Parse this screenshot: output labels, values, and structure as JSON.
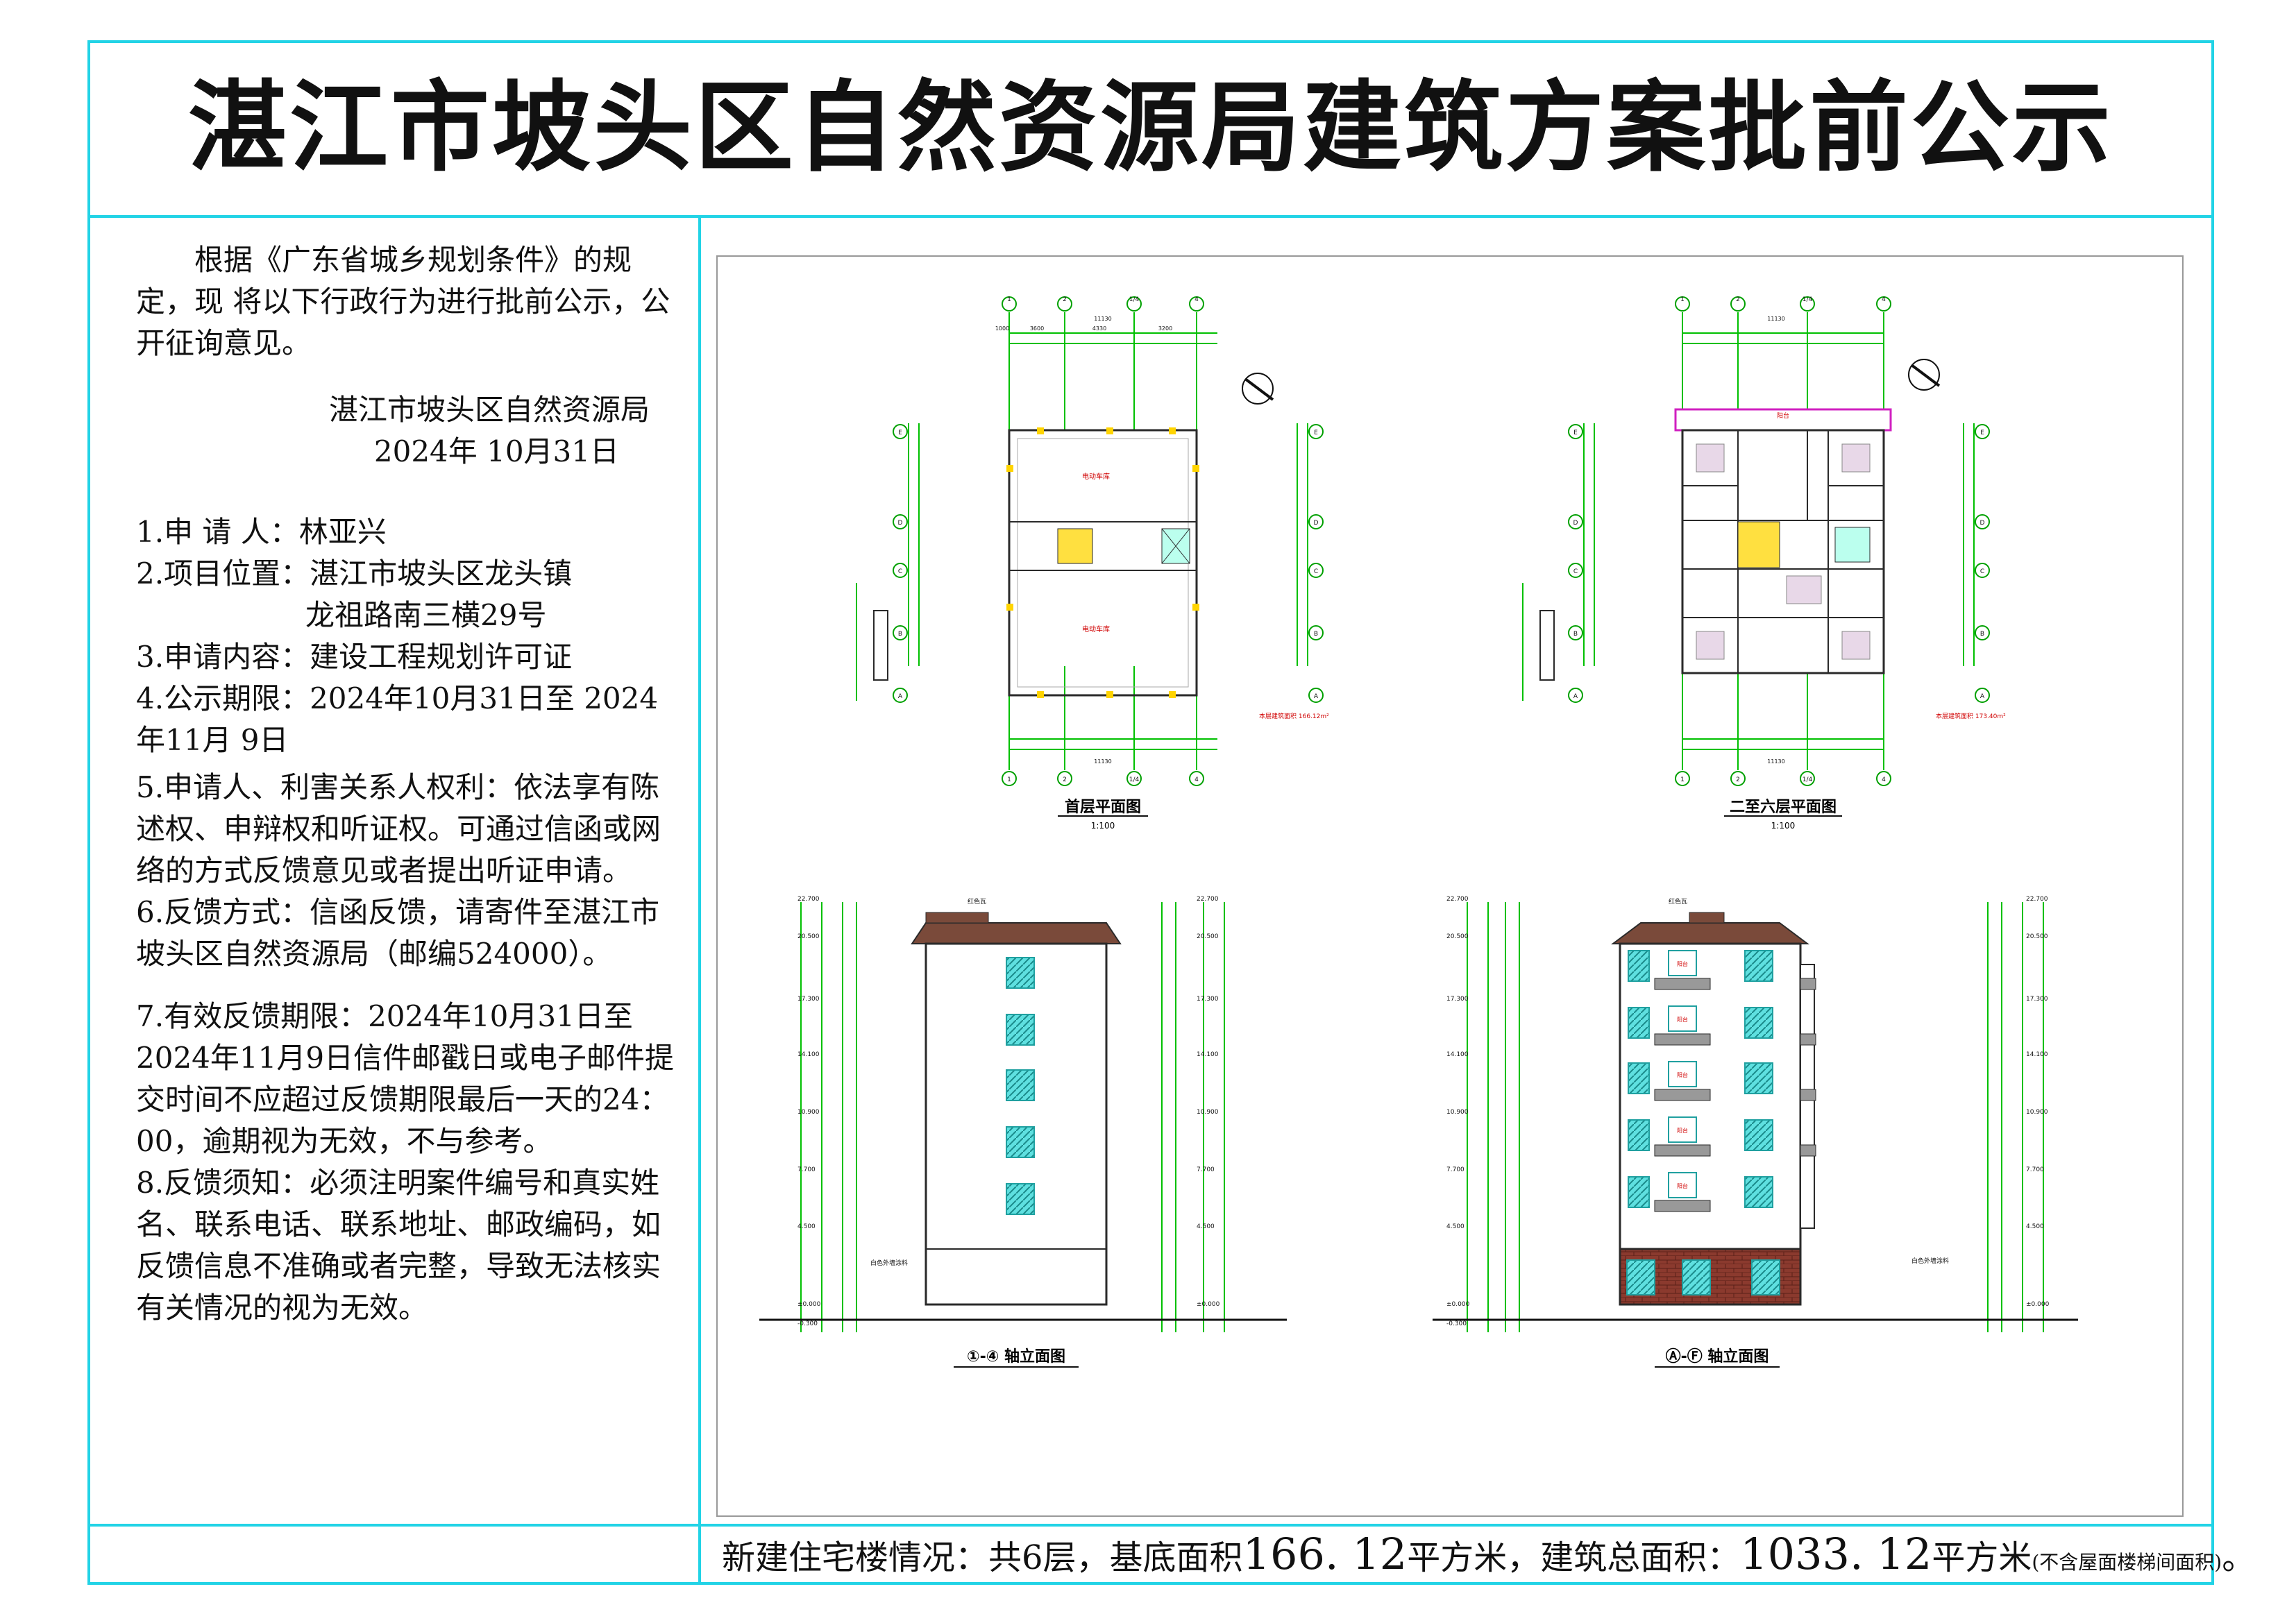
{
  "title": "湛江市坡头区自然资源局建筑方案批前公示",
  "notice": {
    "intro": "根据《广东省城乡规划条件》的规定，现 将以下行政行为进行批前公示，公开征询意见。",
    "issuer": "湛江市坡头区自然资源局",
    "date": "2024年 10月31日",
    "items": [
      "1.申 请 人：林亚兴",
      "2.项目位置：湛江市坡头区龙头镇",
      "龙祖路南三横29号",
      "3.申请内容：建设工程规划许可证",
      "4.公示期限：2024年10月31日至 2024年11月 9日",
      "5.申请人、利害关系人权利：依法享有陈述权、申辩权和听证权。可通过信函或网络的方式反馈意见或者提出听证申请。",
      "6.反馈方式：信函反馈，请寄件至湛江市坡头区自然资源局（邮编524000）。",
      "7.有效反馈期限：2024年10月31日至2024年11月9日信件邮戳日或电子邮件提交时间不应超过反馈期限最后一天的24：00，逾期视为无效，不与参考。",
      "8.反馈须知：必须注明案件编号和真实姓名、联系电话、联系地址、邮政编码，如反馈信息不准确或者完整，导致无法核实有关情况的视为无效。"
    ]
  },
  "drawings": {
    "plan1": {
      "title": "首层平面图",
      "scale": "1:100",
      "area": "本层建筑面积 166.12m²"
    },
    "plan2": {
      "title": "二至六层平面图",
      "scale": "1:100",
      "area": "本层建筑面积 173.40m²"
    },
    "elev1": {
      "title": "①-④ 轴立面图"
    },
    "elev2": {
      "title": "Ⓐ-Ⓕ 轴立面图"
    },
    "elev_levels": [
      "22.700",
      "20.500",
      "17.300",
      "14.100",
      "10.900",
      "7.700",
      "4.500",
      "±0.000",
      "-0.300"
    ],
    "axis_numbers": [
      "1",
      "2",
      "1/4",
      "4"
    ],
    "axis_letters": [
      "E",
      "D",
      "C",
      "B",
      "A"
    ],
    "dims_top": [
      "1000",
      "3600",
      "4330",
      "3200"
    ],
    "dims_total": "11130",
    "room_label": "电动车库",
    "balcony_label": "阳台",
    "roof_label": "红色瓦",
    "wall_label": "白色外墙涂料",
    "colors": {
      "frame": "#22d3e6",
      "dim": "#00c000",
      "wall": "#2a2a2a",
      "roof": "#7a4a3a",
      "brick": "#8b3a2e",
      "window": "#20c0c0",
      "magenta": "#d020c0"
    }
  },
  "footer": {
    "prefix": "新建住宅楼情况：共6层，基底面积",
    "base_area": "166. 12",
    "mid": "平方米，建筑总面积：",
    "total_area": "1033. 12",
    "unit": "平方米",
    "note": "(不含屋面楼梯间面积)",
    "end": "。"
  }
}
